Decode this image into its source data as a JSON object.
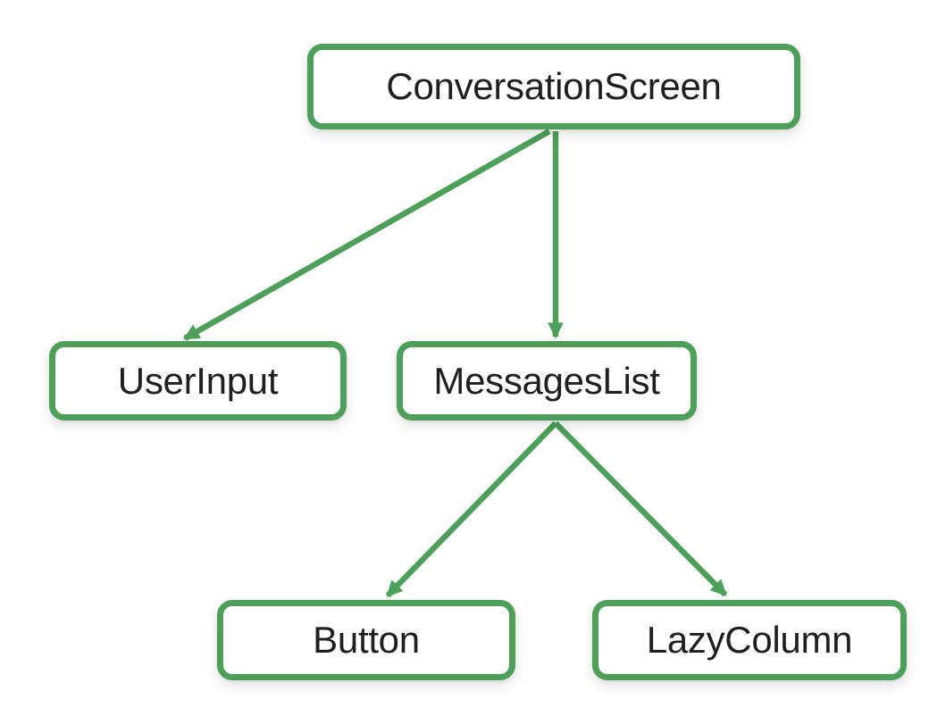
{
  "diagram": {
    "type": "tree",
    "description": "Composable component hierarchy tree",
    "accent_color": "#4d9f59",
    "text_color": "#1f1f1f",
    "background_color": "#ffffff",
    "nodes": {
      "conversation_screen": {
        "label": "ConversationScreen"
      },
      "user_input": {
        "label": "UserInput"
      },
      "messages_list": {
        "label": "MessagesList"
      },
      "button": {
        "label": "Button"
      },
      "lazy_column": {
        "label": "LazyColumn"
      }
    },
    "edges": [
      {
        "from": "ConversationScreen",
        "to": "UserInput"
      },
      {
        "from": "ConversationScreen",
        "to": "MessagesList"
      },
      {
        "from": "MessagesList",
        "to": "Button"
      },
      {
        "from": "MessagesList",
        "to": "LazyColumn"
      }
    ]
  }
}
